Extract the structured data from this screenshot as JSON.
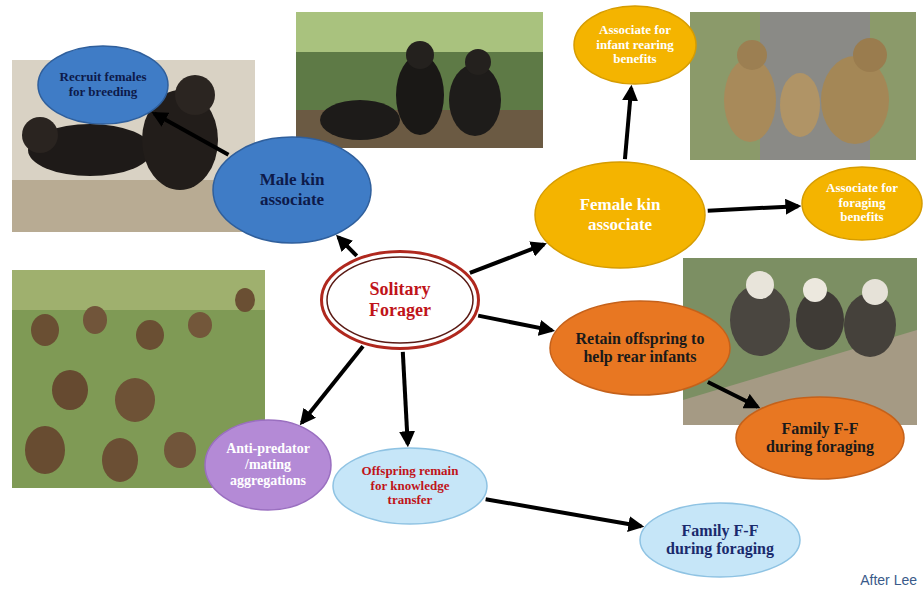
{
  "diagram": {
    "nodes": [
      {
        "text": [
          "Recruit females for breeding"
        ]
      },
      {
        "text": [
          "Male kin associate"
        ]
      },
      {
        "text": [
          "Associate for infant rearing benefits"
        ]
      },
      {
        "text": [
          "Female kin associate"
        ]
      },
      {
        "text": [
          "Associate for foraging benefits"
        ]
      },
      {
        "text": [
          "Solitary Forager"
        ]
      },
      {
        "text": [
          "Retain offspring to help rear infants"
        ]
      },
      {
        "text": [
          "Family F-F during foraging"
        ]
      },
      {
        "text": [
          "Anti-predator /mating aggregations"
        ]
      },
      {
        "text": [
          "Offspring remain for knowledge transfer"
        ]
      },
      {
        "text": [
          "Family F-F during foraging"
        ]
      }
    ],
    "edges": [
      {
        "from": 5,
        "to": 1,
        "arrow": "to"
      },
      {
        "from": 1,
        "to": 0,
        "arrow": "to"
      },
      {
        "from": 5,
        "to": 3,
        "arrow": "to"
      },
      {
        "from": 3,
        "to": 2,
        "arrow": "to"
      },
      {
        "from": 3,
        "to": 4,
        "arrow": "to"
      },
      {
        "from": 5,
        "to": 6,
        "arrow": "to"
      },
      {
        "from": 6,
        "to": 7,
        "arrow": "to"
      },
      {
        "from": 5,
        "to": 8,
        "arrow": "to"
      },
      {
        "from": 5,
        "to": 9,
        "arrow": "to"
      },
      {
        "from": 9,
        "to": 10,
        "arrow": "to"
      }
    ],
    "labels": [
      "After Lee"
    ]
  }
}
